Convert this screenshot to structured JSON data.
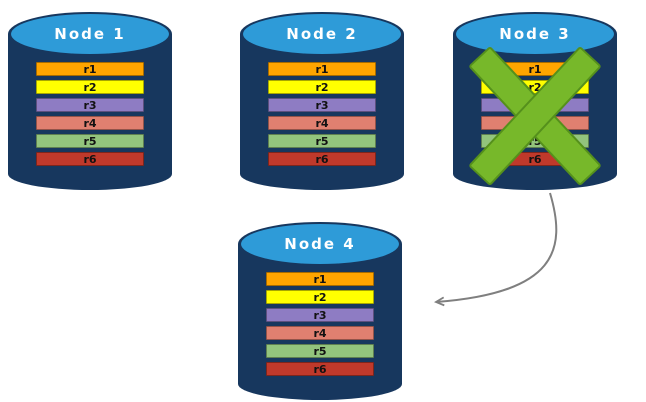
{
  "nodes": [
    {
      "name": "Node 1",
      "failed": false
    },
    {
      "name": "Node 2",
      "failed": false
    },
    {
      "name": "Node 3",
      "failed": true
    },
    {
      "name": "Node 4",
      "failed": false
    }
  ],
  "records": [
    {
      "label": "r1",
      "color": "#FFA500"
    },
    {
      "label": "r2",
      "color": "#FFFF00"
    },
    {
      "label": "r3",
      "color": "#8E7CC3"
    },
    {
      "label": "r4",
      "color": "#E08070"
    },
    {
      "label": "r5",
      "color": "#93C47D"
    },
    {
      "label": "r6",
      "color": "#C0392B"
    }
  ],
  "colors": {
    "cylinder_body": "#17375E",
    "cylinder_top": "#2E9BD8",
    "node_title": "#FFFFFF",
    "failure_cross": "#77B82A",
    "arrow": "#7F7F7F"
  }
}
